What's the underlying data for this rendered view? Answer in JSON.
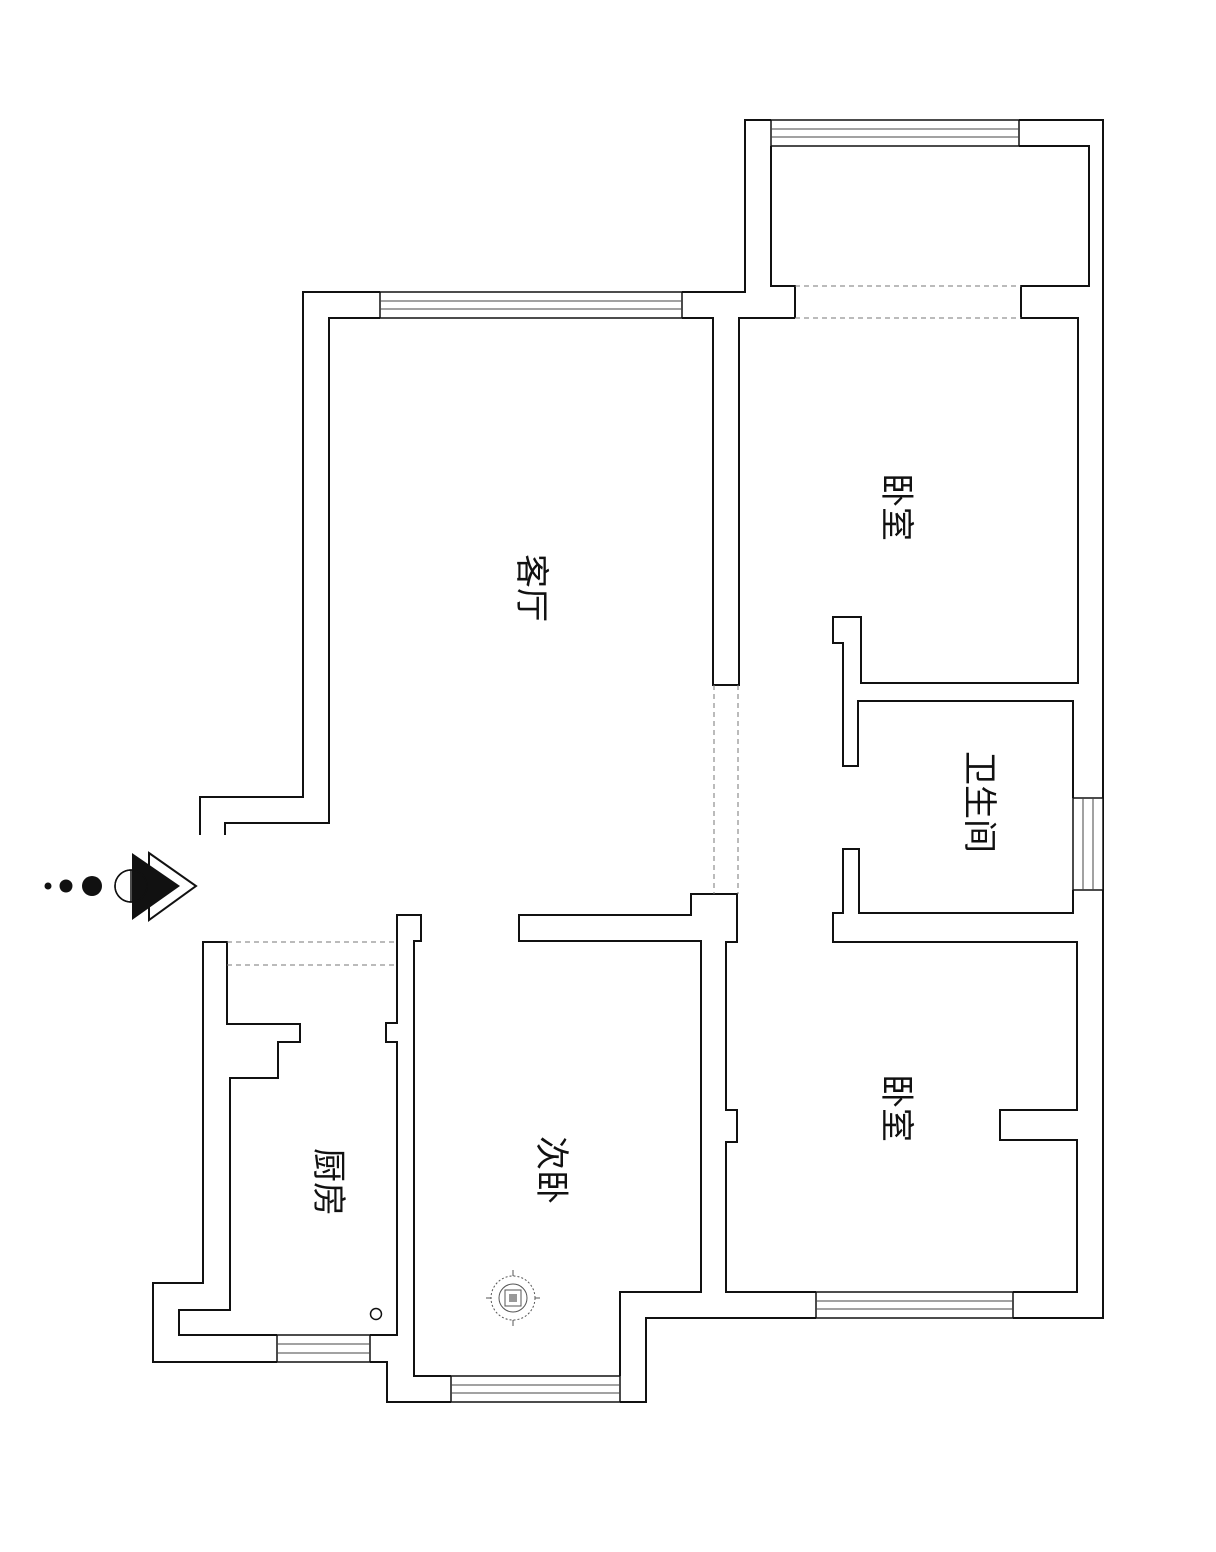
{
  "rooms": {
    "living_room": "客厅",
    "master_bedroom_top": "卧室",
    "bathroom": "卫生间",
    "bedroom_bottom": "卧室",
    "second_bedroom": "次卧",
    "kitchen": "厨房"
  },
  "colors": {
    "wall": "#111111",
    "background": "#ffffff",
    "dashed_opening": "#777777"
  },
  "icons": {
    "entrance": "entrance-arrow-icon",
    "ceiling_lamp": "ceiling-lamp-icon",
    "floor_drain": "floor-drain-icon"
  }
}
